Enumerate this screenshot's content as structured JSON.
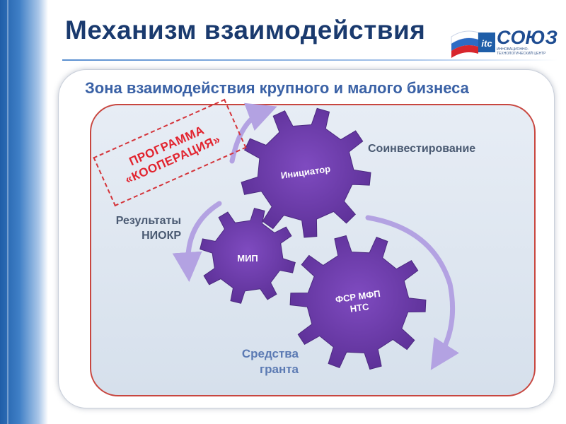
{
  "title": "Механизм взаимодействия",
  "logo": {
    "name": "СОЮЗ",
    "badge": "itc",
    "subtitle": "ИННОВАЦИОННО-ТЕХНОЛОГИЧЕСКИЙ ЦЕНТР"
  },
  "zone_title": "Зона взаимодействия крупного и малого бизнеса",
  "program": {
    "line1": "ПРОГРАММА",
    "line2": "«КООПЕРАЦИЯ»"
  },
  "gears": {
    "initiator": "Инициатор",
    "mip": "МИП",
    "fsr_line1": "ФСР МФП",
    "fsr_line2": "НТС"
  },
  "labels": {
    "cofinancing": "Соинвестирование",
    "results_line1": "Результаты",
    "results_line2": "НИОКР",
    "grant_line1": "Средства",
    "grant_line2": "гранта"
  },
  "colors": {
    "title": "#1a3a6e",
    "zone_title": "#3b62a6",
    "gear": "#6a3aa6",
    "arrow": "#b09be0",
    "stamp": "#e2242f",
    "panel_border": "#c8463f"
  }
}
